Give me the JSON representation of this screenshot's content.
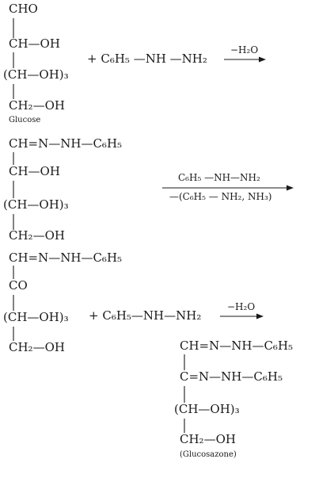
{
  "reaction1": {
    "glucose_chain": [
      "CHO",
      "CH—OH",
      "(CH—OH)₃",
      "CH₂—OH"
    ],
    "glucose_label": "Glucose",
    "reagent": "+ C₆H₅ —NH —NH₂",
    "arrow_label": "−H₂O"
  },
  "reaction2": {
    "chain": [
      "CH=N—NH—C₆H₅",
      "CH—OH",
      "(CH—OH)₃",
      "CH₂—OH"
    ],
    "arrow_top": "C₆H₅ —NH—NH₂",
    "arrow_bottom": "—(C₆H₅ — NH₂, NH₃)"
  },
  "reaction3": {
    "chain": [
      "CH=N—NH—C₆H₅",
      "CO",
      "(CH—OH)₃",
      "CH₂—OH"
    ],
    "reagent": "+ C₆H₅—NH—NH₂",
    "arrow_label": "−H₂O"
  },
  "product": {
    "chain": [
      "CH=N—NH—C₆H₅",
      "C=N—NH—C₆H₅",
      "(CH—OH)₃",
      "CH₂—OH"
    ],
    "label": "(Glucosazone)"
  },
  "colors": {
    "ink": "#1a1a1a",
    "background": "#ffffff"
  }
}
